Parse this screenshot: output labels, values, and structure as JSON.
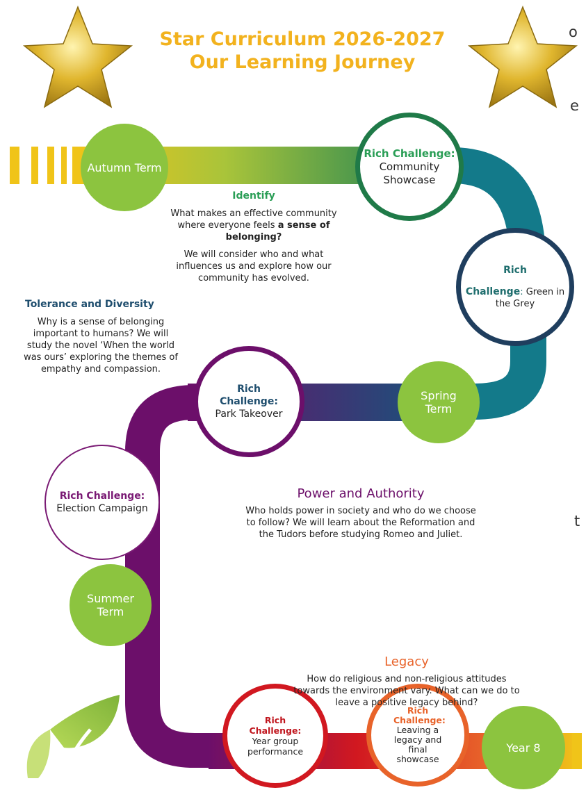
{
  "title": {
    "line1": "Star Curriculum 2026-2027",
    "line2": "Our Learning Journey"
  },
  "colors": {
    "gold": "#f2b21e",
    "term_green": "#8cc43f",
    "community_green": "#1f7a48",
    "teal": "#137a8a",
    "navy": "#1f4e6e",
    "purple": "#6c0f6a",
    "red": "#d11820",
    "orange": "#e8632a",
    "election_purple": "#7a1a74"
  },
  "terms": {
    "autumn": "Autumn Term",
    "spring": "Spring Term",
    "summer": "Summer Term",
    "year8": "Year 8"
  },
  "challenges": {
    "community": {
      "label": "Rich Challenge:",
      "name": "Community Showcase"
    },
    "green_grey": {
      "label_top": "Rich",
      "label_bottom": "Challenge",
      "colon": ":",
      "name_a": "Green in",
      "name_b": "the Grey"
    },
    "park": {
      "label": "Rich Challenge:",
      "name": "Park Takeover"
    },
    "election": {
      "label": "Rich Challenge:",
      "name": "Election Campaign"
    },
    "year_group": {
      "label": "Rich Challenge:",
      "name": "Year group performance"
    },
    "legacy": {
      "label": "Rich Challenge:",
      "name": "Leaving a legacy and final showcase"
    }
  },
  "identify": {
    "heading": "Identify",
    "p1_pre": "What makes an effective community where everyone feels ",
    "p1_bold": "a sense of belonging?",
    "p2": "We will consider who and what influences us and explore how our community has evolved."
  },
  "tolerance": {
    "heading": "Tolerance and Diversity",
    "text": "Why is a sense of belonging important to humans? We will study the novel ‘When the world was ours’ exploring the themes of empathy and compassion."
  },
  "power": {
    "heading": "Power and Authority",
    "text": "Who holds power in society and who do we choose to follow? We will learn about the Reformation and the Tudors before studying Romeo and Juliet."
  },
  "legacy_block": {
    "heading": "Legacy",
    "text": "How do religious and non-religious attitudes towards the environment vary. What can we do to leave a positive legacy behind?"
  },
  "edge_fragments": {
    "a": "o",
    "b": "e",
    "c": "t"
  }
}
